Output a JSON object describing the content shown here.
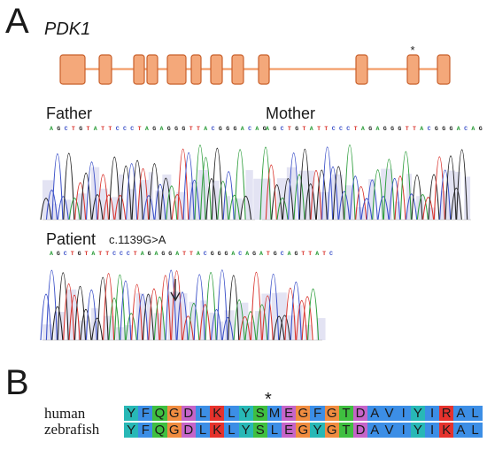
{
  "panel_a": {
    "letter": "A",
    "gene": "PDK1",
    "gene_color": "#f4a87a",
    "gene_stroke": "#c8602c",
    "mutation_marker": "*",
    "father": {
      "label": "Father",
      "sequence": "AGCTGTATTCCCTAGAGGGTTACGGGACAG"
    },
    "mother": {
      "label": "Mother",
      "sequence": "AGCTGTATTCCCTAGAGGGTTACGGGACAG"
    },
    "patient": {
      "label": "Patient",
      "variant": "c.1139G>A",
      "sequence": "AGCTGTATTCCCTAGAGGATTACGGGACAGATGCAGTTATC"
    }
  },
  "panel_b": {
    "letter": "B",
    "marker": "*",
    "rows": [
      {
        "species": "human",
        "residues": [
          "Y",
          "F",
          "Q",
          "G",
          "D",
          "L",
          "K",
          "L",
          "Y",
          "S",
          "M",
          "E",
          "G",
          "F",
          "G",
          "T",
          "D",
          "A",
          "V",
          "I",
          "Y",
          "I",
          "R",
          "A",
          "L"
        ]
      },
      {
        "species": "zebrafish",
        "residues": [
          "Y",
          "F",
          "Q",
          "G",
          "D",
          "L",
          "K",
          "L",
          "Y",
          "S",
          "L",
          "E",
          "G",
          "Y",
          "G",
          "T",
          "D",
          "A",
          "V",
          "I",
          "Y",
          "I",
          "K",
          "A",
          "L"
        ]
      }
    ],
    "residue_colors": {
      "Y": "#28b8b6",
      "F": "#3c8ee6",
      "Q": "#3fbf40",
      "G": "#f08c40",
      "D": "#c564c8",
      "L": "#3c8ee6",
      "K": "#e5322d",
      "S": "#3fbf40",
      "M": "#3c8ee6",
      "E": "#c564c8",
      "T": "#3fbf40",
      "A": "#3c8ee6",
      "V": "#3c8ee6",
      "I": "#3c8ee6",
      "R": "#e5322d"
    }
  },
  "base_colors": {
    "A": "#2e9e3c",
    "C": "#3a4fc8",
    "G": "#222222",
    "T": "#d9332c"
  }
}
